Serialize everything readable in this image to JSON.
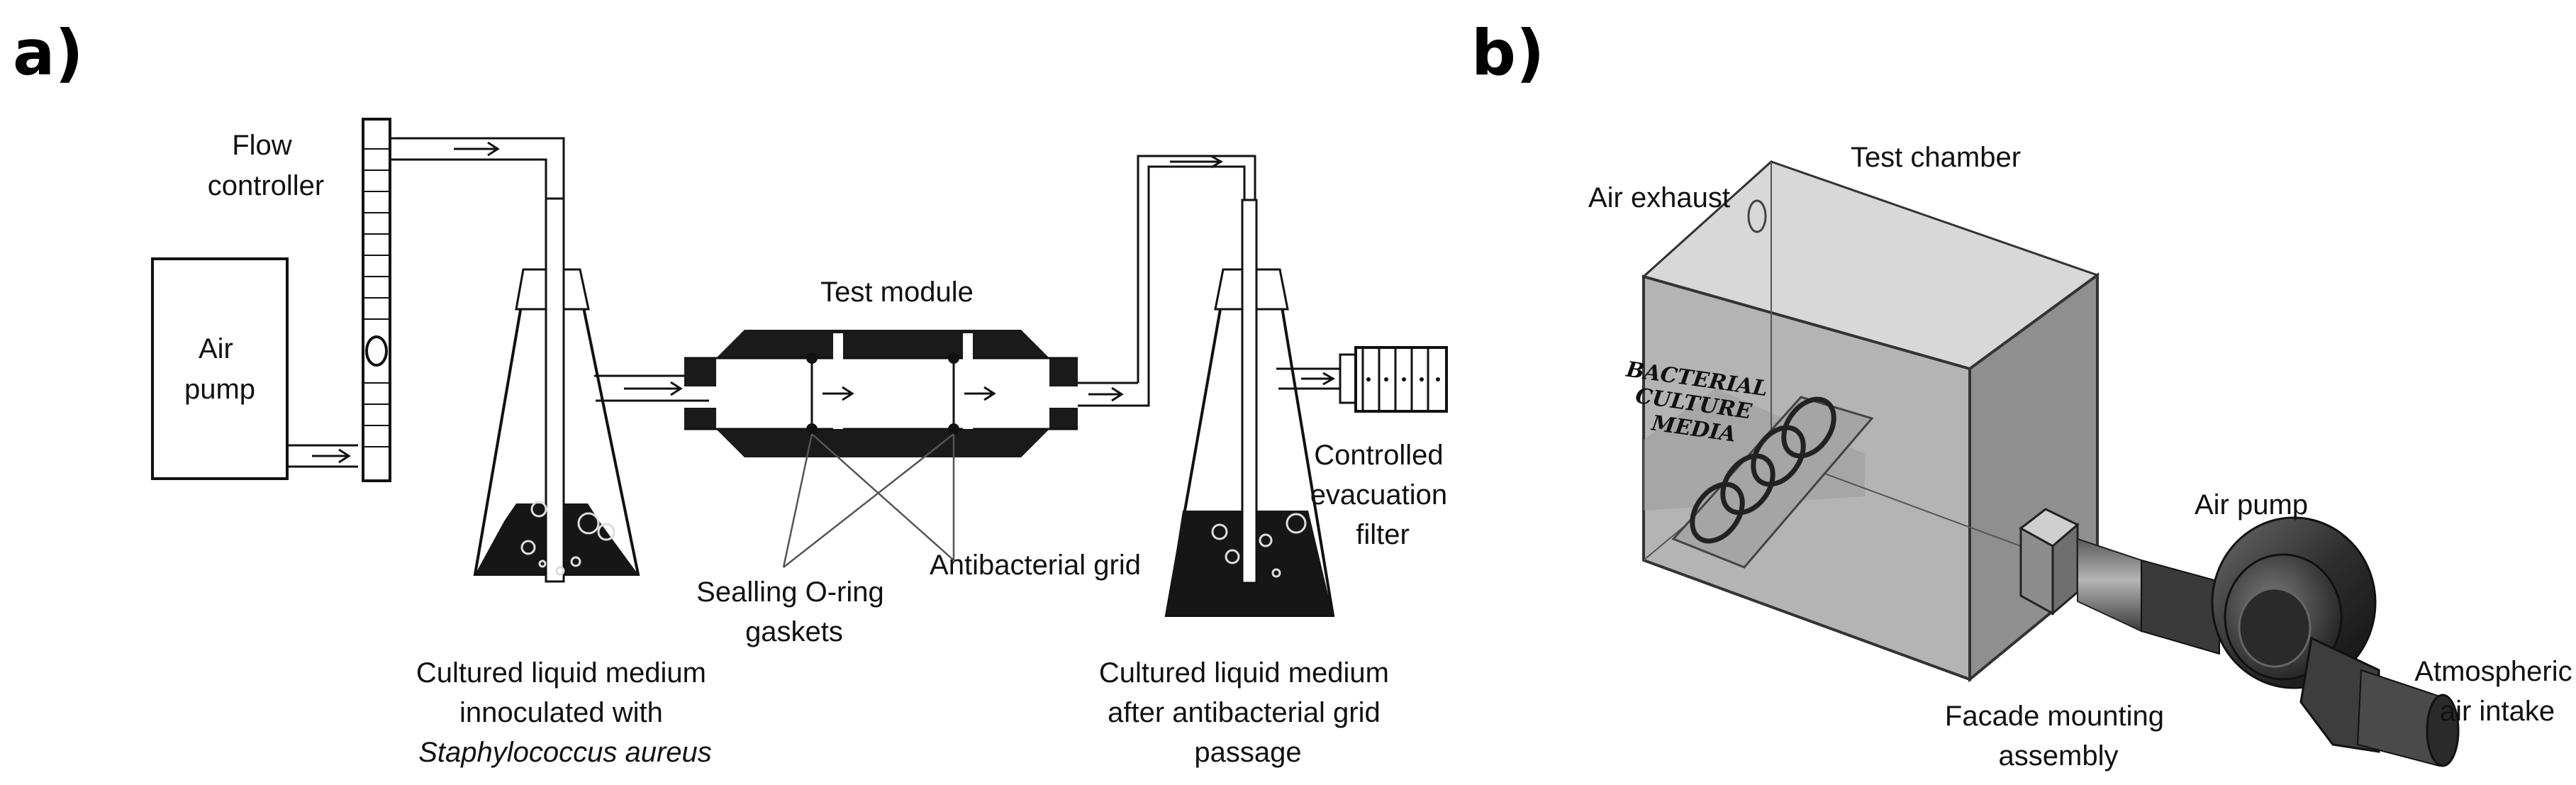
{
  "panel_a": {
    "tag": "a)",
    "labels": {
      "air_pump": [
        "Air",
        "pump"
      ],
      "flow_controller": [
        "Flow",
        "controller"
      ],
      "test_module": "Test module",
      "controlled_filter": [
        "Controlled",
        "evacuation",
        "filter"
      ],
      "antibacterial_grid": "Antibacterial grid",
      "sealing_gaskets": [
        "Sealling O-ring",
        "gaskets"
      ],
      "medium_left": [
        "Cultured liquid medium",
        "innoculated with",
        "Staphylococcus aureus"
      ],
      "medium_right": [
        "Cultured liquid medium",
        "after antibacterial grid",
        "passage"
      ]
    }
  },
  "panel_b": {
    "tag": "b)",
    "labels": {
      "air_exhaust": "Air exhaust",
      "test_chamber": "Test chamber",
      "culture_media": [
        "BACTERIAL",
        "CULTURE",
        "MEDIA"
      ],
      "air_pump": "Air pump",
      "facade_mounting": [
        "Facade mounting",
        "assembly"
      ],
      "atmospheric_intake": [
        "Atmospheric",
        "air intake"
      ]
    }
  },
  "colors": {
    "ink": "#111111",
    "liquid": "#161616",
    "module_dark": "#1a1a1a",
    "chamber_face": "#b9b9b9",
    "chamber_top": "#cfcfcf",
    "chamber_side": "#8f8f8f",
    "pump_dark": "#3c3c3c"
  }
}
